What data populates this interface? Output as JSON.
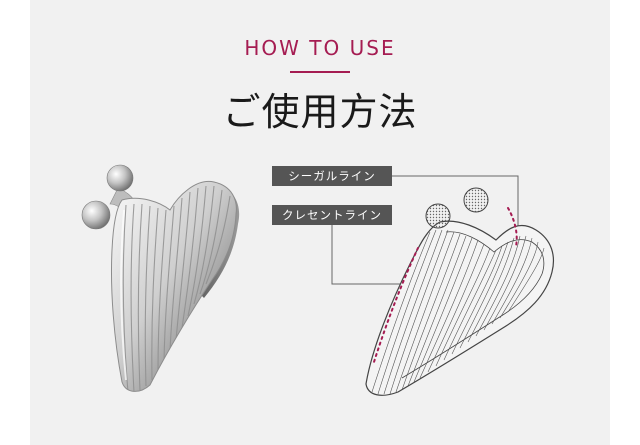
{
  "header": {
    "eyebrow": "HOW TO USE",
    "title": "ご使用方法",
    "accent_color": "#a51c52"
  },
  "labels": {
    "seagull_line": "シーガルライン",
    "crescent_line": "クレセントライン"
  },
  "images": {
    "product_photo": "face-roller-photo",
    "line_diagram": "face-roller-line-diagram"
  }
}
